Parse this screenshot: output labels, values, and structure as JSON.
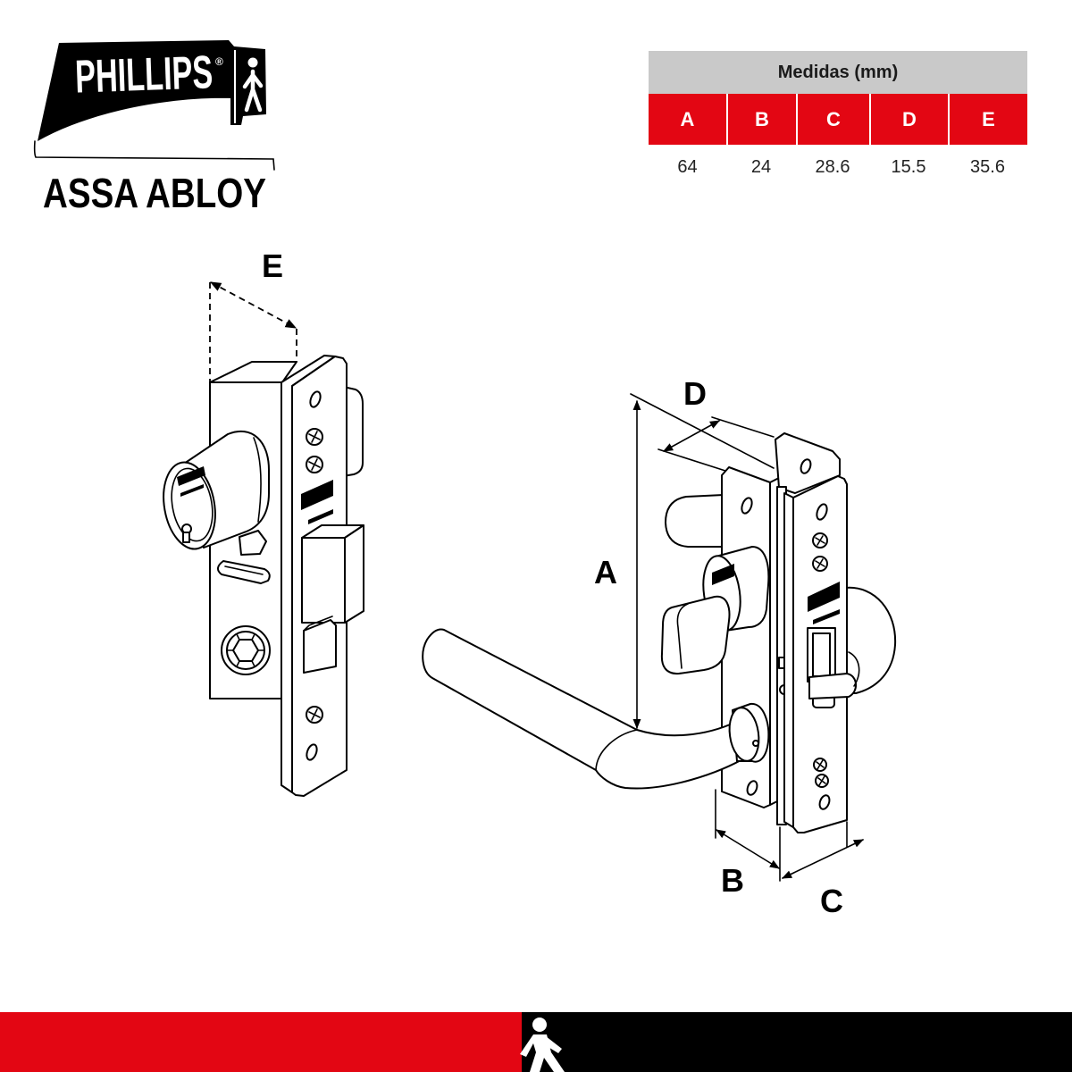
{
  "brand": {
    "name": "PHILLIPS",
    "registered": "®",
    "parent": "ASSA ABLOY",
    "mark_icon": "person-icon"
  },
  "table": {
    "title": "Medidas (mm)",
    "headers": [
      "A",
      "B",
      "C",
      "D",
      "E"
    ],
    "values": [
      "64",
      "24",
      "28.6",
      "15.5",
      "35.6"
    ]
  },
  "diagram_labels": {
    "a": "A",
    "b": "B",
    "c": "C",
    "d": "D",
    "e": "E"
  },
  "colors": {
    "accent_red": "#e30613",
    "header_grey": "#c9c9c9",
    "line": "#000000",
    "footer_dark": "#000000"
  }
}
